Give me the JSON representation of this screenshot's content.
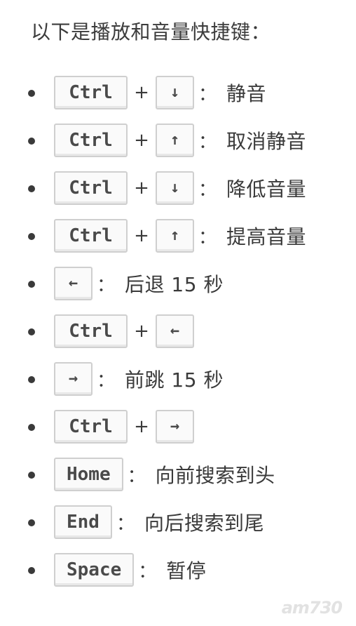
{
  "intro": "以下是播放和音量快捷键：",
  "separator": "：",
  "plus": "+",
  "shortcuts": [
    {
      "keys": [
        "Ctrl",
        "↓"
      ],
      "description": "静音"
    },
    {
      "keys": [
        "Ctrl",
        "↑"
      ],
      "description": "取消静音"
    },
    {
      "keys": [
        "Ctrl",
        "↓"
      ],
      "description": "降低音量"
    },
    {
      "keys": [
        "Ctrl",
        "↑"
      ],
      "description": "提高音量"
    },
    {
      "keys": [
        "←"
      ],
      "description": "后退 15 秒"
    },
    {
      "keys": [
        "Ctrl",
        "←"
      ],
      "description": ""
    },
    {
      "keys": [
        "→"
      ],
      "description": "前跳 15 秒"
    },
    {
      "keys": [
        "Ctrl",
        "→"
      ],
      "description": ""
    },
    {
      "keys": [
        "Home"
      ],
      "description": "向前搜索到头"
    },
    {
      "keys": [
        "End"
      ],
      "description": "向后搜索到尾"
    },
    {
      "keys": [
        "Space"
      ],
      "description": "暂停"
    }
  ],
  "watermark": "am730"
}
